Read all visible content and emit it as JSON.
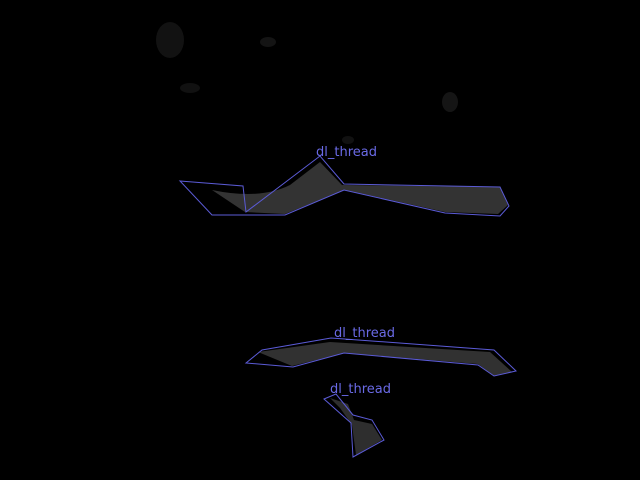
{
  "colors": {
    "background": "#000000",
    "outline": "#5b5bd6",
    "label": "#6a6ae6",
    "fill": "#3a3a3a",
    "noise": "#1a1a1a"
  },
  "annotations": [
    {
      "label": "dl_thread"
    },
    {
      "label": "dl_thread"
    },
    {
      "label": "dl_thread"
    }
  ]
}
